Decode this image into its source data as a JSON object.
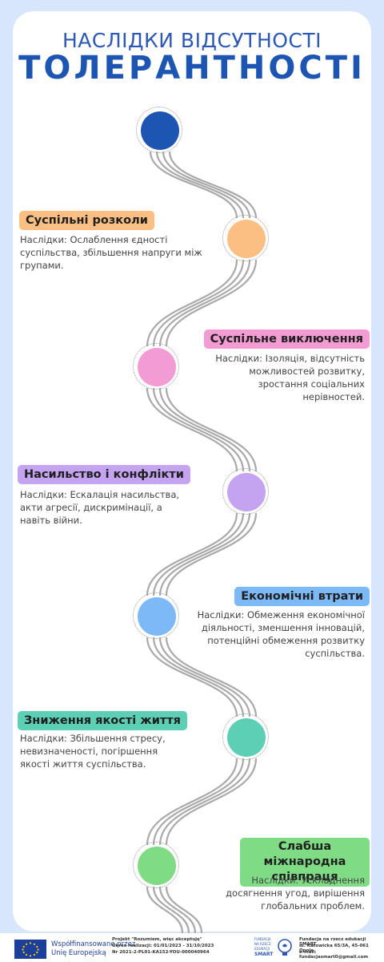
{
  "title": {
    "line1": "НАСЛІДКИ ВІДСУТНОСТІ",
    "line2": "ТОЛЕРАНТНОСТІ"
  },
  "items": [
    {
      "label": "Суспільні розколи",
      "desc": "Наслідки: Ослаблення єдності суспільства, збільшення напруги між групами.",
      "color": "#fbbf83"
    },
    {
      "label": "Суспільне виключення",
      "desc": "Наслідки: Ізоляція, відсутність можливостей розвитку, зростання соціальних нерівностей.",
      "color": "#f39bd3"
    },
    {
      "label": "Насильство і конфлікти",
      "desc": "Наслідки: Ескалація насильства, акти агресії, дискримінації, а навіть війни.",
      "color": "#c4a3f0"
    },
    {
      "label": "Економічні втрати",
      "desc": "Наслідки: Обмеження економічної діяльності, зменшення інновацій, потенційні обмеження розвитку суспільства.",
      "color": "#7db8f7"
    },
    {
      "label": "Зниження якості життя",
      "desc": "Наслідки: Збільшення стресу, невизначеності, погіршення якості життя суспільства.",
      "color": "#5ccfb5"
    },
    {
      "label": "Слабша міжнародна співпраця",
      "desc": "Наслідки: Ускладнення досягнення угод, вирішення глобальних проблем.",
      "color": "#7fdc85"
    }
  ],
  "colors": {
    "start": "#1d55b3",
    "road": "#a9a9a9"
  },
  "footer": {
    "eu_line1": "Współfinansowane przez",
    "eu_line2": "Unię Europejską",
    "project_line1": "Projekt \"Rozumiem, więc akceptuję\"",
    "project_line2": "Okres realizacji: 01/01/2023 - 31/10/2023",
    "project_line3": "Nr 2021-2-PL01-KA152-YOU-000040964",
    "smart_logo_line1": "FUNDACJA",
    "smart_logo_line2": "NA RZECZ",
    "smart_logo_line3": "EDUKACJI",
    "smart_logo_line4": "SMART",
    "org_line1": "Fundacja na rzecz edukacji SMART",
    "org_line2": "ul. Katowicka 65/3A, 45-061 Opole",
    "org_line3": "e-mail: fundacjasmart0@gmail.com"
  }
}
